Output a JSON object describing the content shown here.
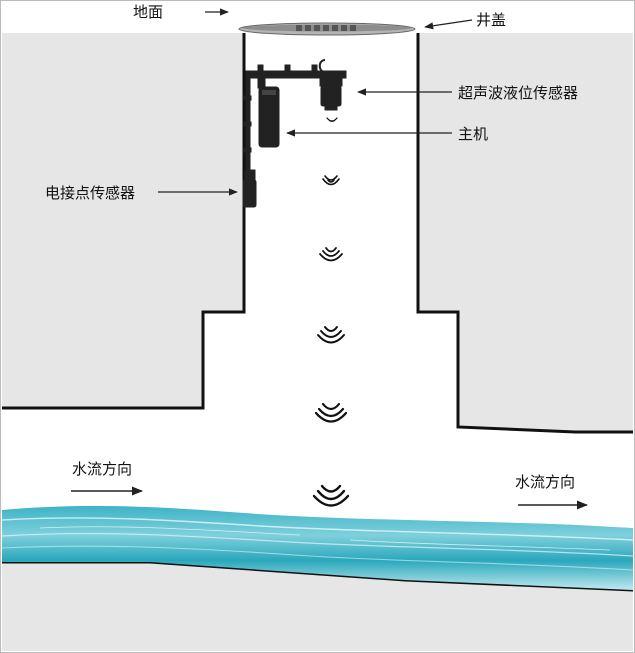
{
  "labels": {
    "ground": "地面",
    "manhole_cover": "井盖",
    "ultrasonic_sensor": "超声波液位传感器",
    "host_unit": "主机",
    "contact_sensor": "电接点传感器",
    "flow_direction_left": "水流方向",
    "flow_direction_right": "水流方向"
  },
  "colors": {
    "soil": "#e6e6e6",
    "wall": "#111111",
    "water_light": "#bfe7ee",
    "water_mid": "#5fc3d3",
    "water_dark": "#1a9fb5",
    "device": "#222222",
    "cover": "#9a9a9a"
  },
  "icons": [
    "arrow-icon",
    "sound-wave-icon",
    "sensor-device-icon"
  ]
}
